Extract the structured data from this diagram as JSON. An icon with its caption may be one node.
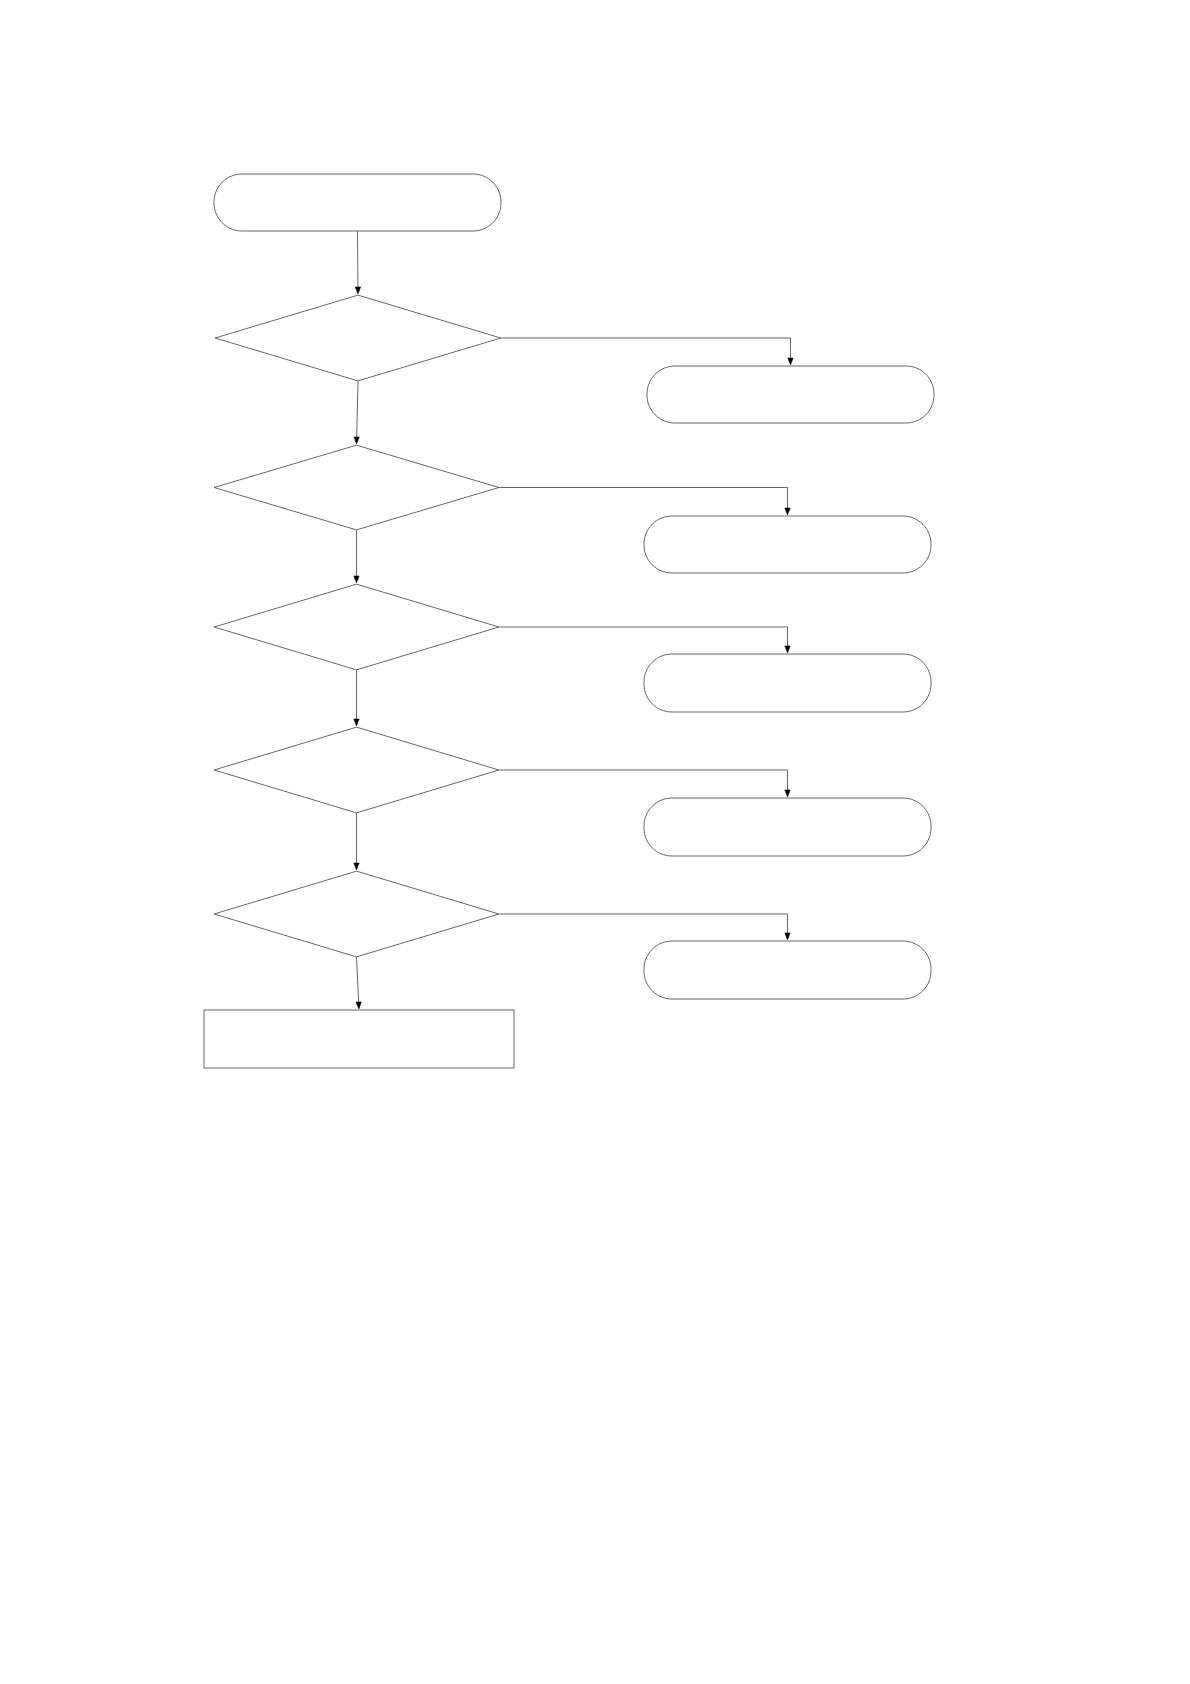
{
  "diagram": {
    "nodes": [
      {
        "text": [],
        "shape": "stadium"
      },
      {
        "text": [],
        "shape": "diamond"
      },
      {
        "text": [],
        "shape": "stadium"
      },
      {
        "text": [],
        "shape": "diamond"
      },
      {
        "text": [],
        "shape": "stadium"
      },
      {
        "text": [],
        "shape": "diamond"
      },
      {
        "text": [],
        "shape": "stadium"
      },
      {
        "text": [],
        "shape": "diamond"
      },
      {
        "text": [],
        "shape": "stadium"
      },
      {
        "text": [],
        "shape": "diamond"
      },
      {
        "text": [],
        "shape": "stadium"
      },
      {
        "text": [],
        "shape": "box"
      }
    ],
    "edges": [
      {
        "from": 0,
        "to": 1,
        "arrow": "to"
      },
      {
        "from": 1,
        "to": 2,
        "arrow": "to"
      },
      {
        "from": 1,
        "to": 3,
        "arrow": "to"
      },
      {
        "from": 3,
        "to": 4,
        "arrow": "to"
      },
      {
        "from": 3,
        "to": 5,
        "arrow": "to"
      },
      {
        "from": 5,
        "to": 6,
        "arrow": "to"
      },
      {
        "from": 5,
        "to": 7,
        "arrow": "to"
      },
      {
        "from": 7,
        "to": 8,
        "arrow": "to"
      },
      {
        "from": 7,
        "to": 9,
        "arrow": "to"
      },
      {
        "from": 9,
        "to": 10,
        "arrow": "to"
      },
      {
        "from": 9,
        "to": 11,
        "arrow": "to"
      }
    ]
  }
}
